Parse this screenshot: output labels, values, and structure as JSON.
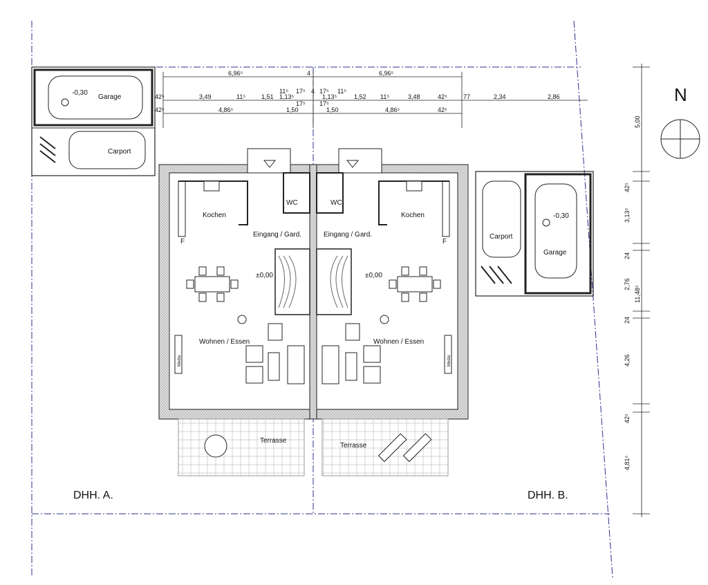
{
  "north": "N",
  "units": {
    "a": "DHH. A.",
    "b": "DHH. B."
  },
  "rooms": {
    "garage": "Garage",
    "carport": "Carport",
    "kochen": "Kochen",
    "eingang": "Eingang / Gard.",
    "wc": "WC",
    "wohnen": "Wohnen / Essen",
    "terrasse": "Terrasse",
    "fridge": "F",
    "media": "Media"
  },
  "levels": {
    "floor": "±0,00",
    "garage": "-0,30"
  },
  "dims_top": {
    "r1_left": "6,96⁵",
    "r1_mid": "4",
    "r1_right": "6,96⁵",
    "r2": [
      "42⁵",
      "3,49",
      "11⁵",
      "1,51",
      "11⁵",
      "1,13⁵",
      "17⁵",
      "4",
      "17⁵",
      "1,13⁵",
      "11⁵",
      "1,52",
      "11⁵",
      "3,48",
      "42⁵",
      "77",
      "2,34",
      "2,86"
    ],
    "r3": [
      "42⁵",
      "4,86⁵",
      "1,50",
      "17⁵",
      "17⁵",
      "1,50",
      "4,86⁵",
      "42⁵"
    ]
  },
  "dims_right": [
    "5,00",
    "42⁵",
    "3,13⁵",
    "24",
    "2,76",
    "11,48⁵",
    "24",
    "4,26",
    "42⁵",
    "4,81⁵"
  ]
}
